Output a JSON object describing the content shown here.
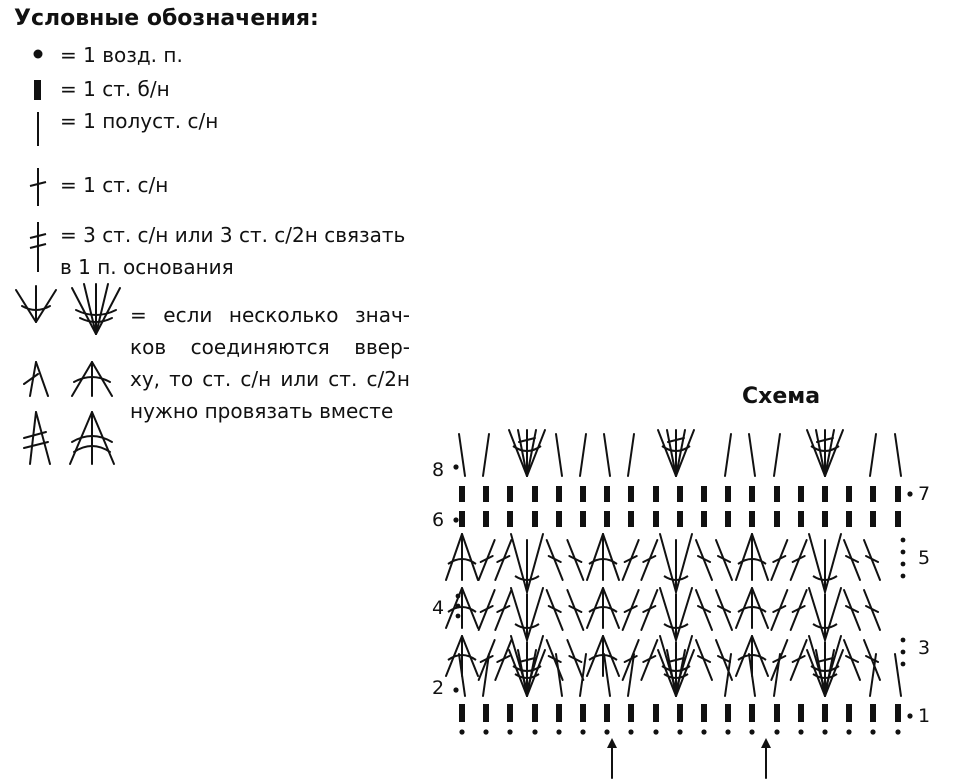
{
  "legend": {
    "title": "Условные обозначения:",
    "items": [
      {
        "icon": "chain-dot-icon",
        "text": "= 1 возд. п."
      },
      {
        "icon": "single-crochet-icon",
        "text": "= 1 ст. б/н"
      },
      {
        "icon": "slip-stitch-icon",
        "text": "= 1 полуст. с/н"
      },
      {
        "icon": "double-crochet-icon",
        "text": "= 1 ст. с/н"
      },
      {
        "icon": "three-dc-one-base-icon",
        "line1": "= 3 ст. с/н или 3 ст. с/2н связать",
        "line2": "в 1 п. основания"
      },
      {
        "icon": "joined-stitches-icon",
        "lines": [
          "= если несколько знач-",
          "ков соединяются ввер-",
          "ху, то ст. с/н или ст. с/2н",
          "нужно провязать вместе"
        ]
      }
    ]
  },
  "scheme": {
    "title": "Схема",
    "row_labels": {
      "r1": "1",
      "r2": "2",
      "r3": "3",
      "r4": "4",
      "r5": "5",
      "r6": "6",
      "r7": "7",
      "r8": "8"
    }
  }
}
